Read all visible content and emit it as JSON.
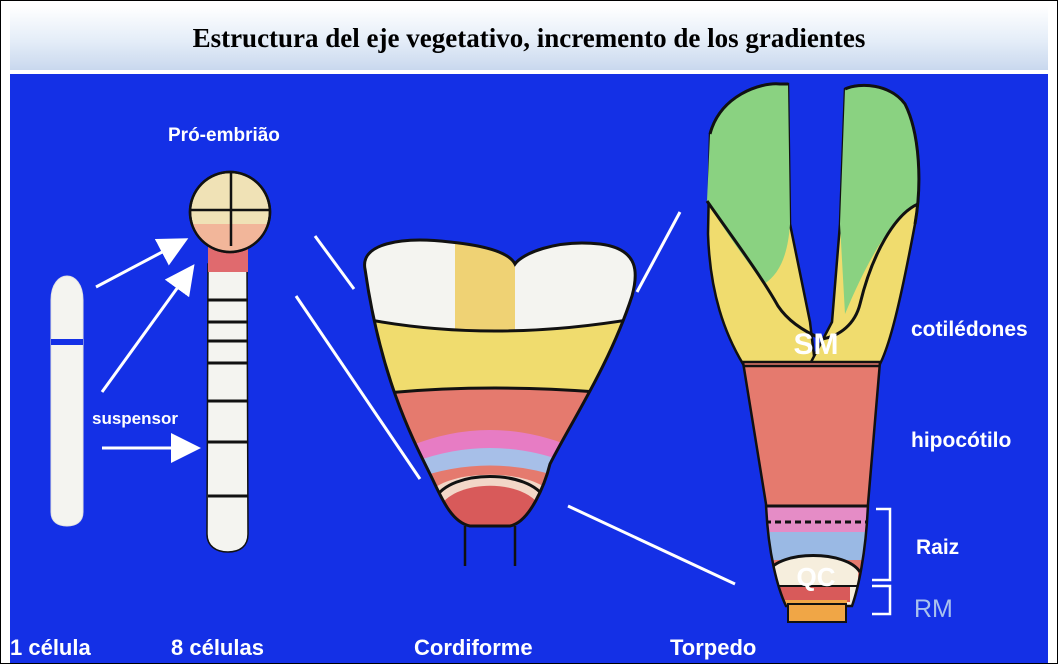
{
  "title": "Estructura del eje vegetativo, incremento de los gradientes",
  "labels": {
    "pro_embriao": "Pró-embrião",
    "suspensor": "suspensor",
    "sm": "SM",
    "qc": "QC",
    "cotiledones": "cotilédones",
    "hipocotilo": "hipocótilo",
    "raiz": "Raiz",
    "rm": "RM"
  },
  "stages": [
    "1 célula",
    "8 células",
    "Cordiforme",
    "Torpedo"
  ],
  "colors": {
    "background": "#1430e6",
    "apical": "#f4f4f0",
    "cotyledon_green": "#8ad281",
    "upper_yellow": "#f0dc6e",
    "hypocotyl_red": "#e57a6e",
    "root_pink": "#e58cc6",
    "root_blue": "#9ab9e4",
    "base_red": "#d85a5a",
    "tip_orange": "#f0a646"
  }
}
